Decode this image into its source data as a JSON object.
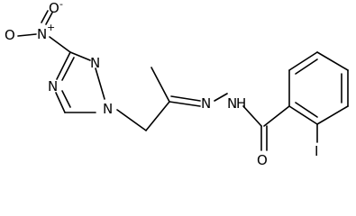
{
  "molecule": {
    "atoms": {
      "nitro_n": "N",
      "nitro_o_top": "O",
      "nitro_o_left": "O",
      "ring_n_top": "N",
      "ring_n_left": "N",
      "ring_n1": "N",
      "hydrazone_n": "N",
      "amide_n": "N",
      "amide_h": "H",
      "carbonyl_o": "O",
      "iodine": "I"
    },
    "charges": {
      "nitro_n_plus": "+",
      "nitro_o_minus": "-"
    }
  }
}
